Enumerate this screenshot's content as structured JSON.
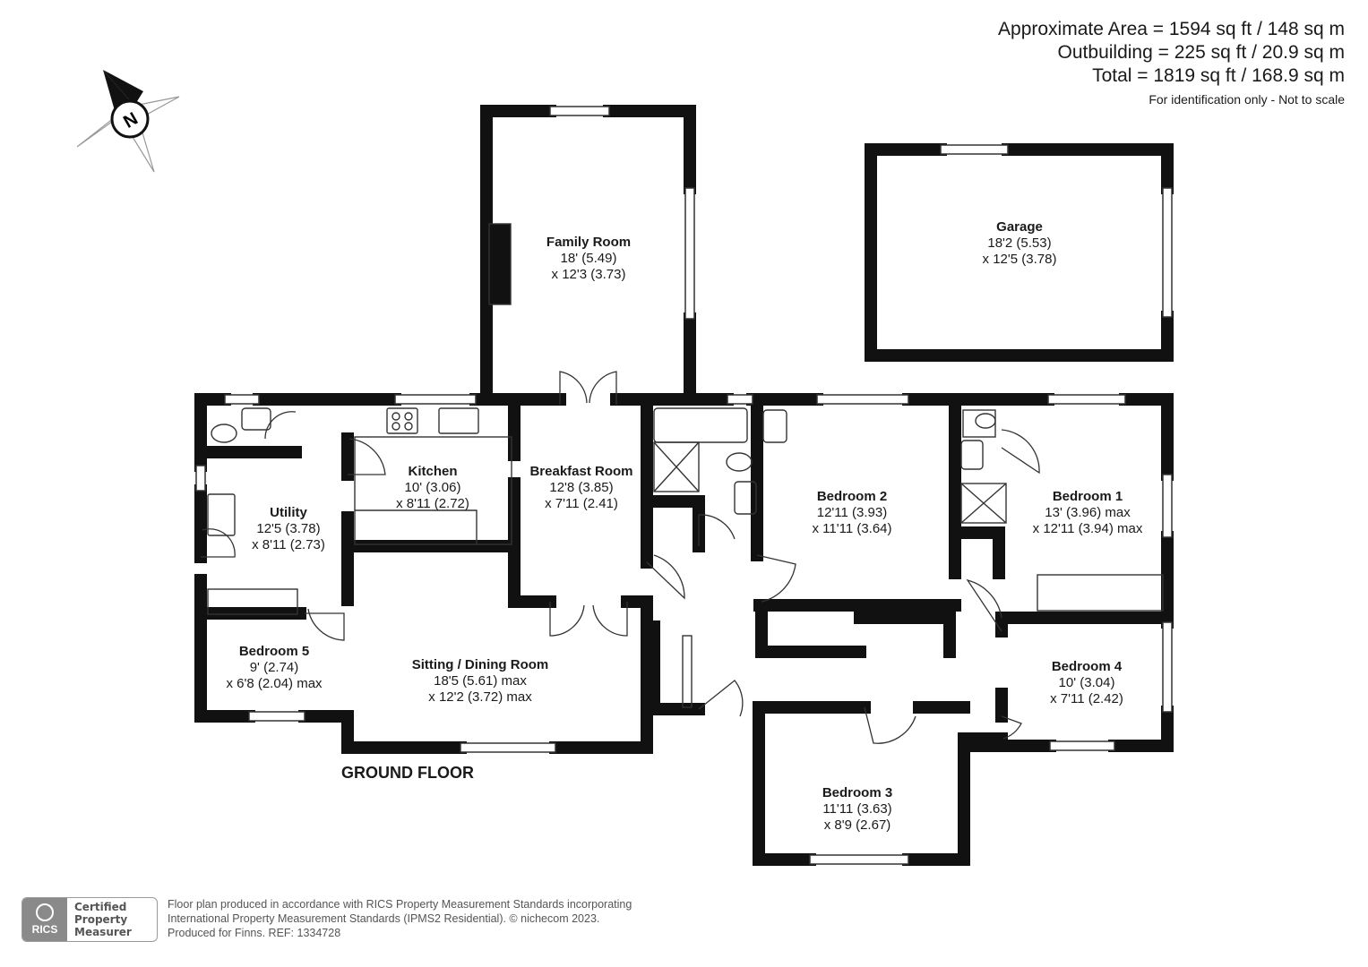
{
  "area": {
    "approximate": "Approximate Area = 1594 sq ft / 148 sq m",
    "outbuilding": "Outbuilding = 225 sq ft / 20.9 sq m",
    "total": "Total = 1819 sq ft / 168.9 sq m",
    "note": "For identification only - Not to scale"
  },
  "compass": {
    "label": "N",
    "icon": "compass-icon"
  },
  "floor_title": "GROUND FLOOR",
  "rooms": {
    "family_room": {
      "name": "Family Room",
      "dims": [
        "18' (5.49)",
        "x 12'3 (3.73)"
      ]
    },
    "garage": {
      "name": "Garage",
      "dims": [
        "18'2 (5.53)",
        "x 12'5 (3.78)"
      ]
    },
    "kitchen": {
      "name": "Kitchen",
      "dims": [
        "10' (3.06)",
        "x 8'11 (2.72)"
      ]
    },
    "breakfast_room": {
      "name": "Breakfast Room",
      "dims": [
        "12'8 (3.85)",
        "x 7'11 (2.41)"
      ]
    },
    "utility": {
      "name": "Utility",
      "dims": [
        "12'5 (3.78)",
        "x 8'11 (2.73)"
      ]
    },
    "bedroom_2": {
      "name": "Bedroom 2",
      "dims": [
        "12'11 (3.93)",
        "x 11'11 (3.64)"
      ]
    },
    "bedroom_1": {
      "name": "Bedroom 1",
      "dims": [
        "13' (3.96) max",
        "x 12'11 (3.94) max"
      ]
    },
    "bedroom_5": {
      "name": "Bedroom 5",
      "dims": [
        "9' (2.74)",
        "x 6'8 (2.04) max"
      ]
    },
    "sitting_dining": {
      "name": "Sitting / Dining Room",
      "dims": [
        "18'5 (5.61) max",
        "x 12'2 (3.72) max"
      ]
    },
    "bedroom_4": {
      "name": "Bedroom 4",
      "dims": [
        "10' (3.04)",
        "x 7'11 (2.42)"
      ]
    },
    "bedroom_3": {
      "name": "Bedroom 3",
      "dims": [
        "11'11 (3.63)",
        "x 8'9 (2.67)"
      ]
    }
  },
  "footer": {
    "line1": "Floor plan produced in accordance with RICS Property Measurement Standards incorporating",
    "line2": "International Property Measurement Standards (IPMS2 Residential).   © nichecom 2023.",
    "line3": "Produced for Finns.   REF: 1334728"
  },
  "badge": {
    "logo": "RICS",
    "line1": "Certified",
    "line2": "Property",
    "line3": "Measurer"
  }
}
